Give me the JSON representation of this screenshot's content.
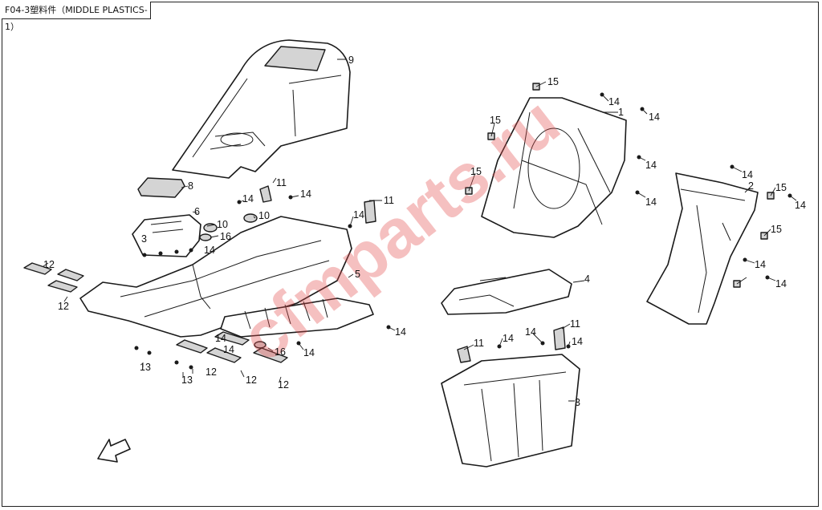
{
  "title": "F04-3塑料件（MIDDLE PLASTICS-1）",
  "watermark": "cfmparts.ru",
  "callouts": {
    "c9": "9",
    "c8": "8",
    "c6": "6",
    "c10a": "10",
    "c10b": "10",
    "c16a": "16",
    "c16b": "16",
    "c5": "5",
    "c4": "4",
    "c3": "3",
    "c1": "1",
    "c2": "2",
    "c3b": "3",
    "c11a": "11",
    "c11b": "11",
    "c11c": "11",
    "c11d": "11",
    "c12a": "12",
    "c12b": "12",
    "c12c": "12",
    "c12d": "12",
    "c12e": "12",
    "c13a": "13",
    "c13b": "13",
    "c14a": "14",
    "c14b": "14",
    "c14c": "14",
    "c14d": "14",
    "c14e": "14",
    "c14f": "14",
    "c14g": "14",
    "c14h": "14",
    "c14i": "14",
    "c14j": "14",
    "c14k": "14",
    "c14l": "14",
    "c14m": "14",
    "c14n": "14",
    "c14o": "14",
    "c14p": "14",
    "c14q": "14",
    "c14r": "14",
    "c14s": "14",
    "c15a": "15",
    "c15b": "15",
    "c15c": "15",
    "c15d": "15",
    "c15e": "15"
  }
}
